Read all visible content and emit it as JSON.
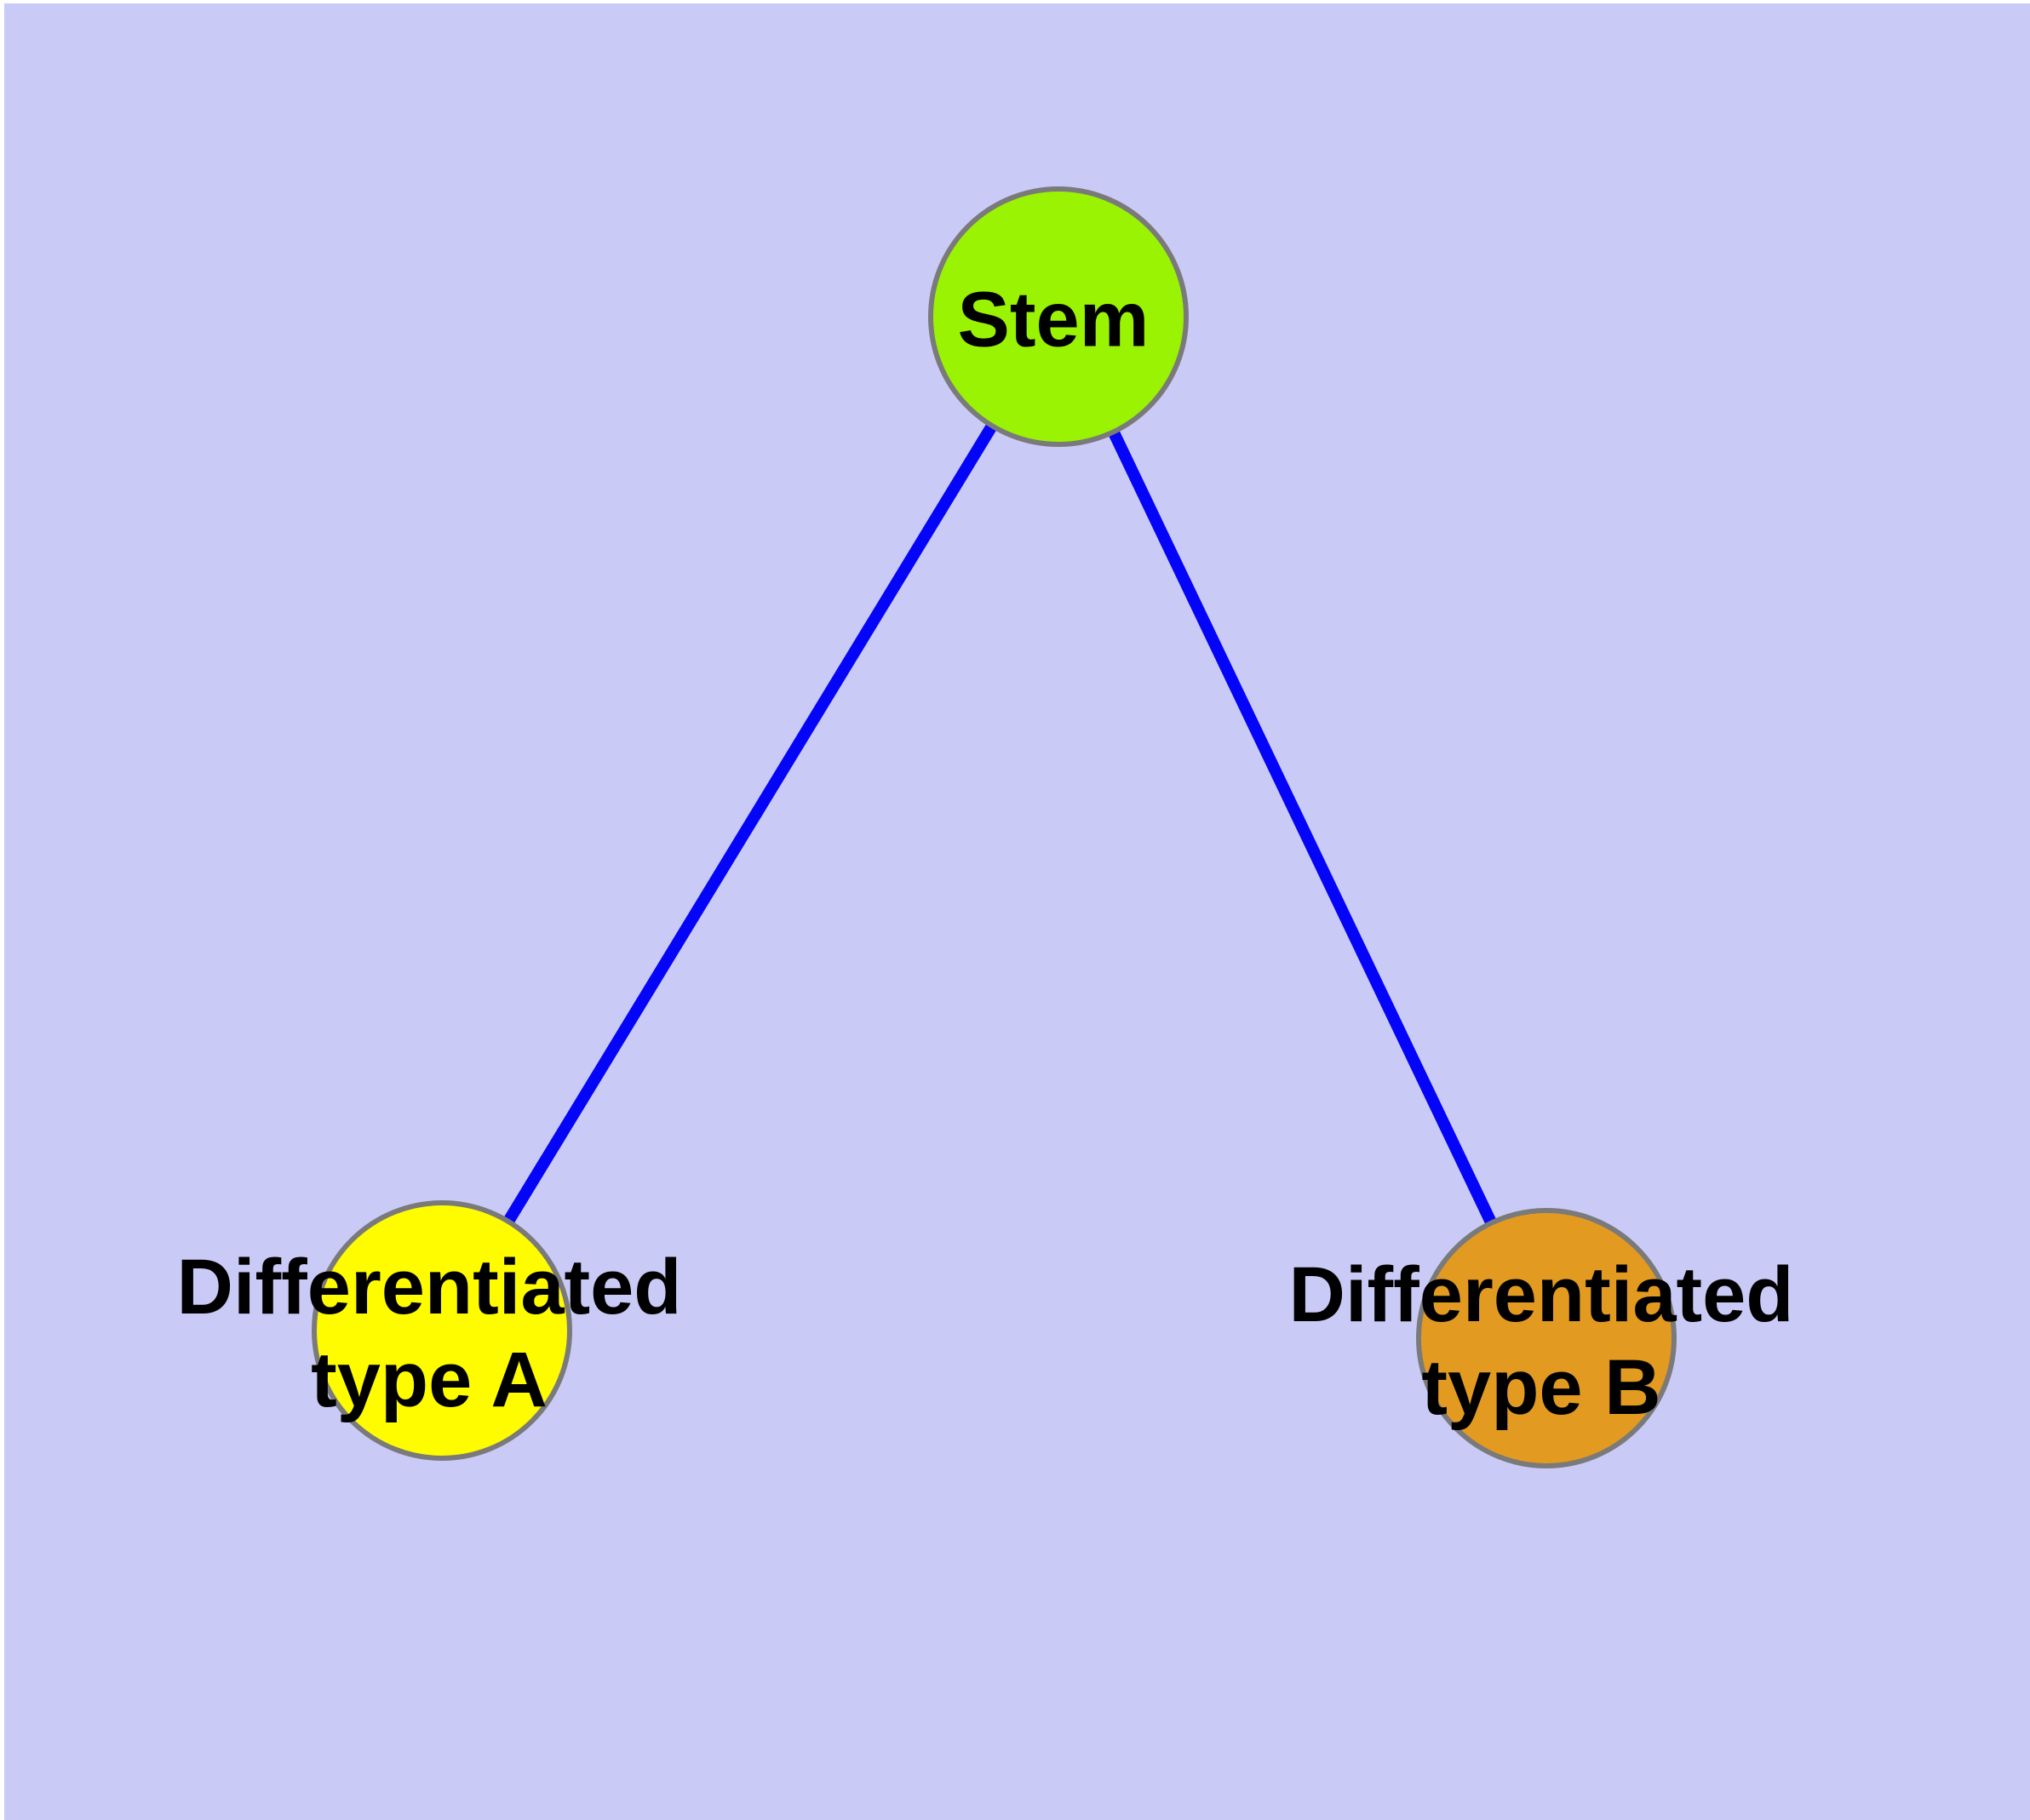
{
  "diagram": {
    "background_color": "#CACAF7",
    "margin_color": "#FFFFFF",
    "edge_color": "#0404F8",
    "node_border_color": "#7A7A7A",
    "nodes": {
      "stem": {
        "label": "Stem",
        "color": "#9AF303"
      },
      "type_a": {
        "label_line1": "Differentiated",
        "label_line2": "type A",
        "color": "#FFFC00"
      },
      "type_b": {
        "label_line1": "Differentiated",
        "label_line2": "type B",
        "color": "#E39A21"
      }
    }
  }
}
